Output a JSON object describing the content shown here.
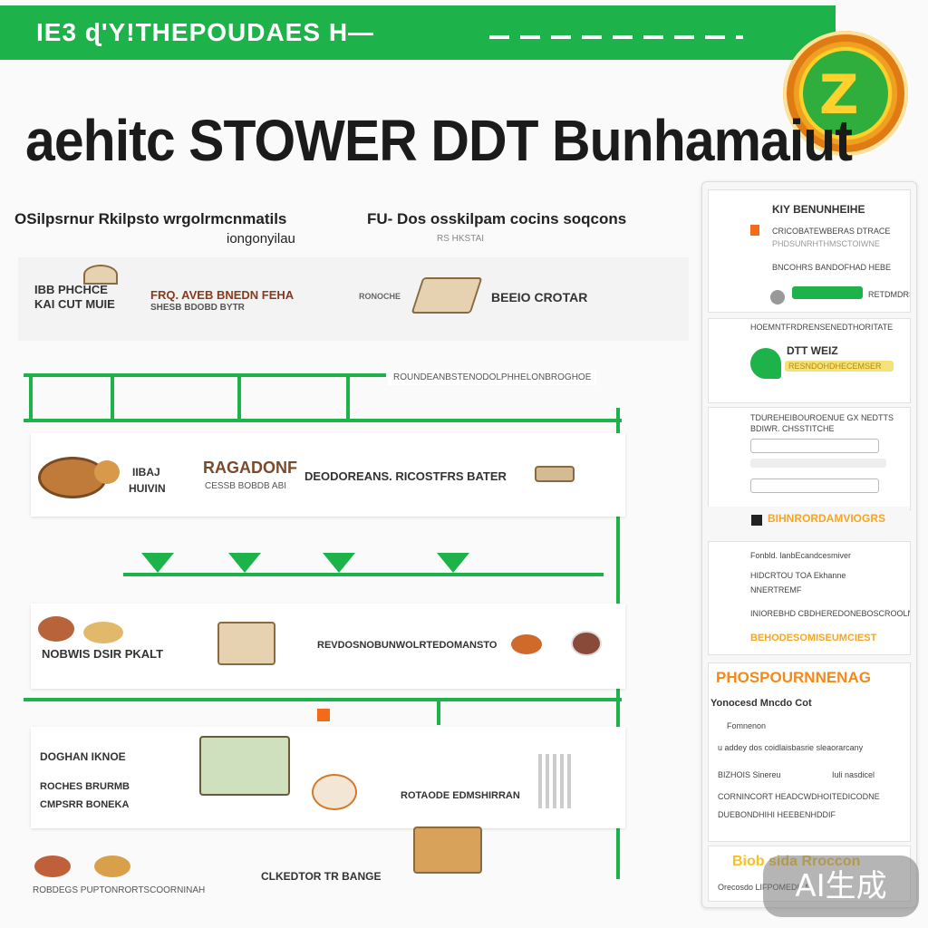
{
  "header": {
    "title": "IE3 ɖ'Y!THEPOUDAES H—",
    "headline": "aehitc STOWER DDT Bunhamaiut",
    "badge_glyph": "Z"
  },
  "subtitles": {
    "left_line1": "OSilpsrnur Rkilpsto wrgolrmcnmatils",
    "left_line2": "iongonyilau",
    "right_line1": "FU- Dos osskilpam cocins soqcons",
    "right_line2": "RS HKSTAI"
  },
  "legend": {
    "item1_line1": "IBB PHCHCE",
    "item1_line2": "KAI CUT MUIE",
    "item2_line1": "FRQ. AVEB BNEDN FEHA",
    "item2_line2": "SHESB BDOBD BYTR",
    "item3_line1": "RONOCHE",
    "item3_line2": "BEEIO CROTAR"
  },
  "flow": {
    "top_caption": "ROUNDEANBSTENODOLPHHELONBROGHOE",
    "row1_label_a": "IIBAJ",
    "row1_label_b": "HUIVIN",
    "row1_title": "RAGADONF",
    "row1_sub": "CESSB BOBDB ABI",
    "row1_title2": "DEODOREANS. RICOSTFRS BATER",
    "row2_label": "NOBWIS DSIR PKALT",
    "row2_title": "REVDOSNOBUNWOLRTEDOMANSTO",
    "row3_label_a": "DOGHAN IKNOE",
    "row3_label_b": "ROCHES BRURMB",
    "row3_label_c": "CMPSRR BONEKA",
    "row3_caption": "ROTAODE EDMSHIRRAN",
    "bottom_caption": "CLKEDTOR TR BANGE",
    "bottom_small": "ROBDEGS PUPTONRORTSCOORNINAH"
  },
  "sidebar": {
    "card1_title": "KIY BENUNHEIHE",
    "card1_line1": "CRICOBATEWBERAS DTRACE",
    "card1_line2": "PHDSUNRHTHMSCTOIWNE",
    "card1_line3": "BNCOHRS BANDOFHAD HEBE",
    "card1_line4": "RETDMDRSTHE",
    "card2_header": "HOEMNTFRDRENSENEDTHORITATE",
    "card2_title": "DTT WEIZ",
    "card2_sub": "RESNDOHDHECEMSER",
    "card3_line1": "TDUREHEIBOUROENUE GX NEDTTS",
    "card3_line2": "BDIWR. CHSSTITCHE",
    "card3_orange": "BIHNRORDAMVIOGRS",
    "card4_line1": "Fonbld. lanbEcandcesmiver",
    "card4_line2": "HIDCRTOU TOA Ekhanne",
    "card4_line3": "NNERTREMF",
    "card4_line4": "INIOREBHD CBDHEREDONEBOSCROOLNE",
    "card4_orange": "BEHODESOMISEUMCIEST",
    "card5_orange": "PHOSPOURNNENAG",
    "card5_line1": "Yonocesd Mncdo Cot",
    "card5_line2": "Fomnenon",
    "card5_line3": "u addey dos coidlaisbasrie sleaorarcany",
    "card5_line4": "BIZHOIS Sinereu",
    "card5_line5": "Iuli nasdicel",
    "card5_line6": "CORNINCORT HEADCWDHOITEDICODNE",
    "card5_line7": "DUEBONDHIHI HEEBENHDDIF",
    "card6_orange": "Biob sida Rroccon",
    "card6_line1": "Orecosdo LIFPOMEDH.M"
  },
  "watermark": "AI生成",
  "colors": {
    "brand_green": "#1db34a",
    "accent_orange": "#f6a623",
    "badge_yellow": "#ffcf2a"
  }
}
